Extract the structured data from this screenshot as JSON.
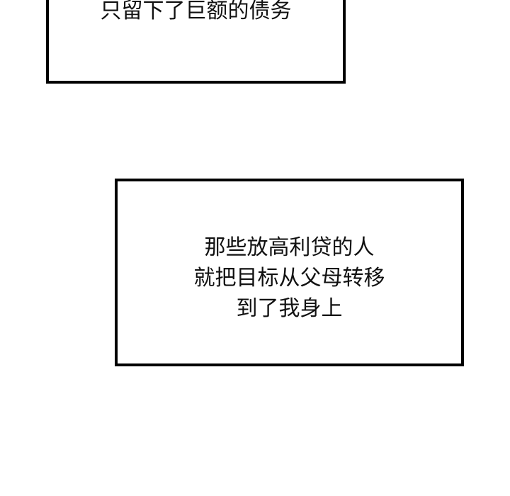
{
  "panel1": {
    "lines": [
      "只留下了巨额的债务"
    ]
  },
  "panel2": {
    "lines": [
      "那些放高利贷的人",
      "就把目标从父母转移",
      "到了我身上"
    ]
  }
}
